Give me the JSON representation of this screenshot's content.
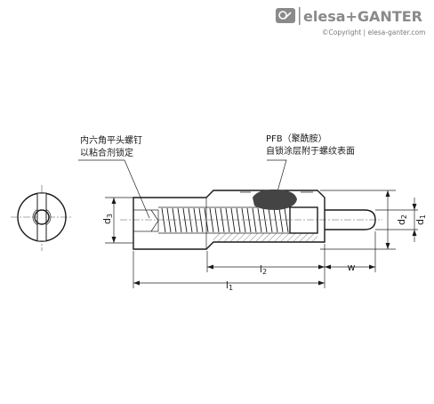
{
  "logo": {
    "brand": "elesa+GANTER",
    "copyright": "©Copyright | elesa-ganter.com"
  },
  "annotations": {
    "left_line1": "内六角平头螺钉",
    "left_line2": "以粘合剂锁定",
    "right_line1": "PFB（聚酰胺）",
    "right_line2": "自锁涂层附于螺纹表面"
  },
  "dimensions": {
    "d3": {
      "base": "d",
      "sub": "3"
    },
    "d2": {
      "base": "d",
      "sub": "2"
    },
    "d1": {
      "base": "d",
      "sub": "1"
    },
    "l2": {
      "base": "l",
      "sub": "2"
    },
    "l1": {
      "base": "l",
      "sub": "1"
    },
    "w": {
      "base": "w",
      "sub": ""
    }
  },
  "colors": {
    "line": "#1a1a1a",
    "logo_gray": "#8a8a8a",
    "nylon_patch": "#444444"
  }
}
